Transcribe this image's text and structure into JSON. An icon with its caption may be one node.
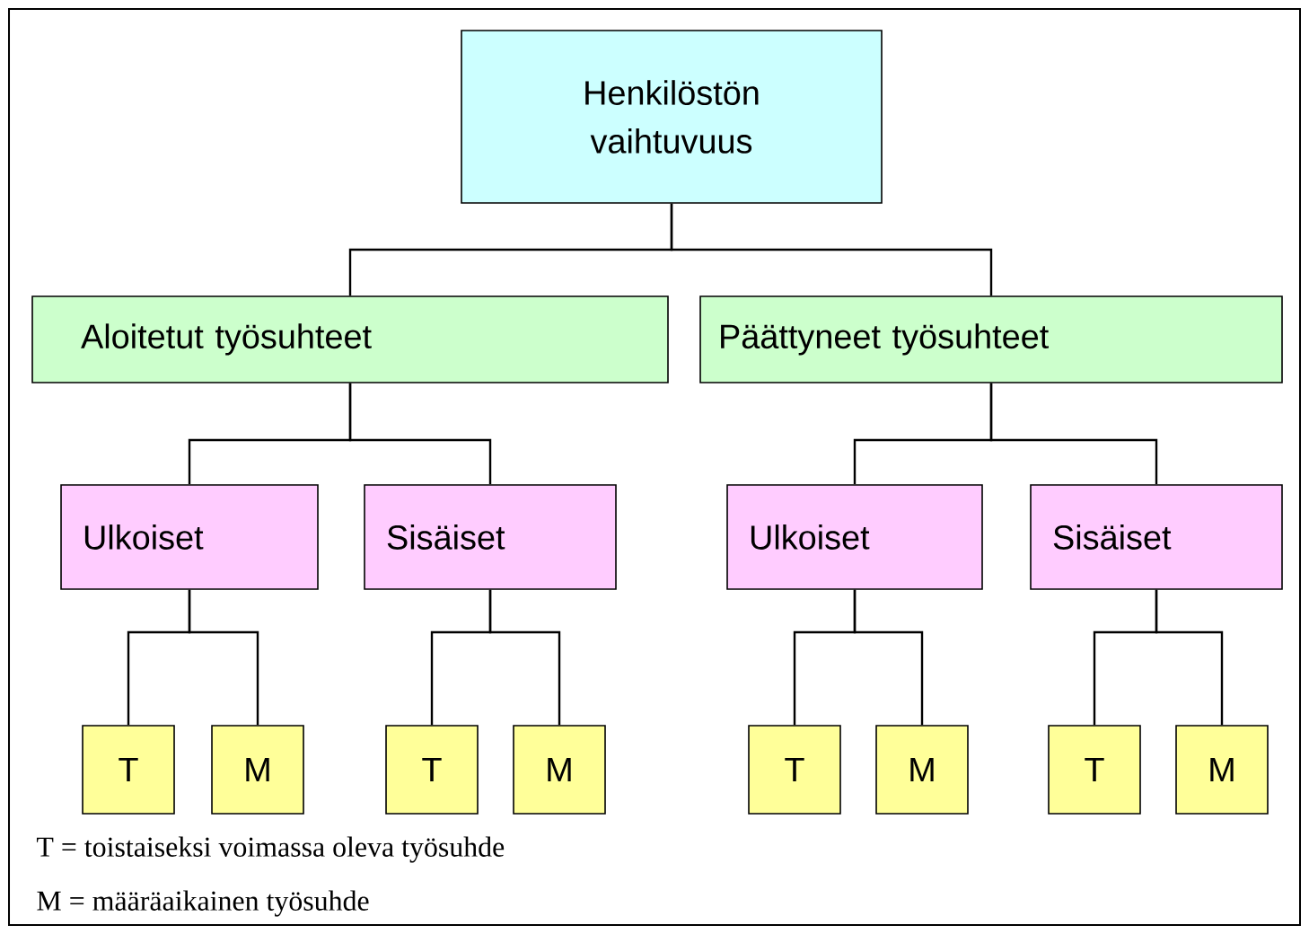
{
  "diagram": {
    "nodes": [
      {
        "text": [
          "Henkilöstön vaihtuvuus"
        ]
      },
      {
        "text": [
          "Aloitetut työsuhteet"
        ]
      },
      {
        "text": [
          "Päättyneet työsuhteet"
        ]
      },
      {
        "text": [
          "Ulkoiset"
        ]
      },
      {
        "text": [
          "Sisäiset"
        ]
      },
      {
        "text": [
          "Ulkoiset"
        ]
      },
      {
        "text": [
          "Sisäiset"
        ]
      },
      {
        "text": [
          "T"
        ]
      },
      {
        "text": [
          "M"
        ]
      },
      {
        "text": [
          "T"
        ]
      },
      {
        "text": [
          "M"
        ]
      },
      {
        "text": [
          "T"
        ]
      },
      {
        "text": [
          "M"
        ]
      },
      {
        "text": [
          "T"
        ]
      },
      {
        "text": [
          "M"
        ]
      }
    ],
    "edges": [
      {
        "from": 0,
        "to": 1,
        "arrow": "none"
      },
      {
        "from": 0,
        "to": 2,
        "arrow": "none"
      },
      {
        "from": 1,
        "to": 3,
        "arrow": "none"
      },
      {
        "from": 1,
        "to": 4,
        "arrow": "none"
      },
      {
        "from": 2,
        "to": 5,
        "arrow": "none"
      },
      {
        "from": 2,
        "to": 6,
        "arrow": "none"
      },
      {
        "from": 3,
        "to": 7,
        "arrow": "none"
      },
      {
        "from": 3,
        "to": 8,
        "arrow": "none"
      },
      {
        "from": 4,
        "to": 9,
        "arrow": "none"
      },
      {
        "from": 4,
        "to": 10,
        "arrow": "none"
      },
      {
        "from": 5,
        "to": 11,
        "arrow": "none"
      },
      {
        "from": 5,
        "to": 12,
        "arrow": "none"
      },
      {
        "from": 6,
        "to": 13,
        "arrow": "none"
      },
      {
        "from": 6,
        "to": 14,
        "arrow": "none"
      }
    ],
    "labels": [
      "T = toistaiseksi voimassa oleva työsuhde",
      "M = määräaikainen työsuhde"
    ]
  }
}
